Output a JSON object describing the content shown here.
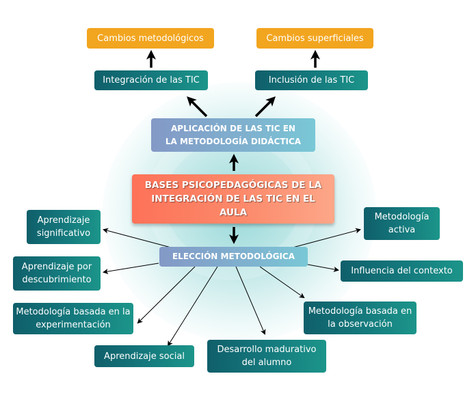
{
  "diagram": {
    "center": "BASES PSICOPEDAGÓGICAS DE LA INTEGRACIÓN DE LAS TIC EN EL AULA",
    "upper_branch": {
      "label": "APLICACIÓN DE LAS TIC EN LA METODOLOGÍA DIDÁCTICA",
      "children": [
        {
          "label": "Integración de las TIC",
          "result": "Cambios metodológicos"
        },
        {
          "label": "Inclusión de las TIC",
          "result": "Cambios superficiales"
        }
      ]
    },
    "lower_branch": {
      "label": "ELECCIÓN METODOLÓGICA",
      "children": [
        "Aprendizaje significativo",
        "Aprendizaje por descubrimiento",
        "Metodología basada en la experimentación",
        "Aprendizaje social",
        "Desarrollo madurativo del alumno",
        "Metodología basada en la observación",
        "Influencia del contexto",
        "Metodología activa"
      ]
    },
    "colors": {
      "result": "#f2a51f",
      "leaf": "#157b7e",
      "branch": "#7fb2cf",
      "center": "#fc8a6b",
      "arrow": "#000000"
    }
  }
}
